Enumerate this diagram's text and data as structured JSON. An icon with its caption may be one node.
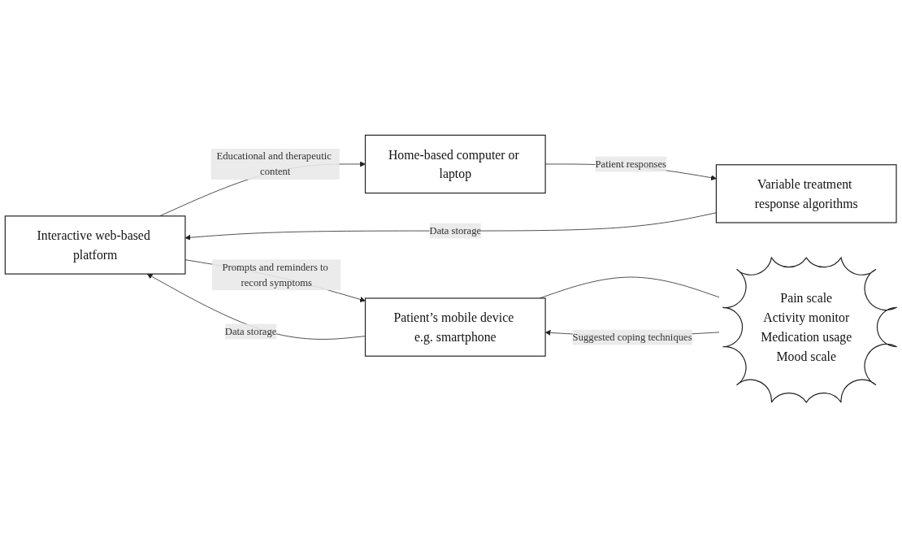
{
  "diagram": {
    "nodes": [
      {
        "text": [
          "Interactive web-based platform"
        ]
      },
      {
        "text": [
          "Variable treatment response algorithms"
        ]
      },
      {
        "text": [
          "Home-based computer or laptop"
        ]
      },
      {
        "text": [
          "Patient’s mobile device e.g. smartphone"
        ]
      },
      {
        "text": [
          "Pain scale",
          "Activity monitor",
          "Medication usage",
          "Mood scale"
        ]
      }
    ],
    "edges": [
      {
        "from": 1,
        "to": 0,
        "arrow": "to",
        "label": "Data storage"
      },
      {
        "from": 0,
        "to": 2,
        "arrow": "to",
        "label": "Educational and therapeutic content"
      },
      {
        "from": 2,
        "to": 1,
        "arrow": "to",
        "label": "Patient responses"
      },
      {
        "from": 0,
        "to": 3,
        "arrow": "to",
        "label": "Prompts and reminders to record symptoms"
      },
      {
        "from": 3,
        "to": 0,
        "arrow": "to",
        "label": "Data storage"
      },
      {
        "from": 3,
        "to": 4,
        "arrow": "none"
      },
      {
        "from": 4,
        "to": 3,
        "arrow": "to",
        "label": "Suggested coping techniques"
      }
    ]
  }
}
